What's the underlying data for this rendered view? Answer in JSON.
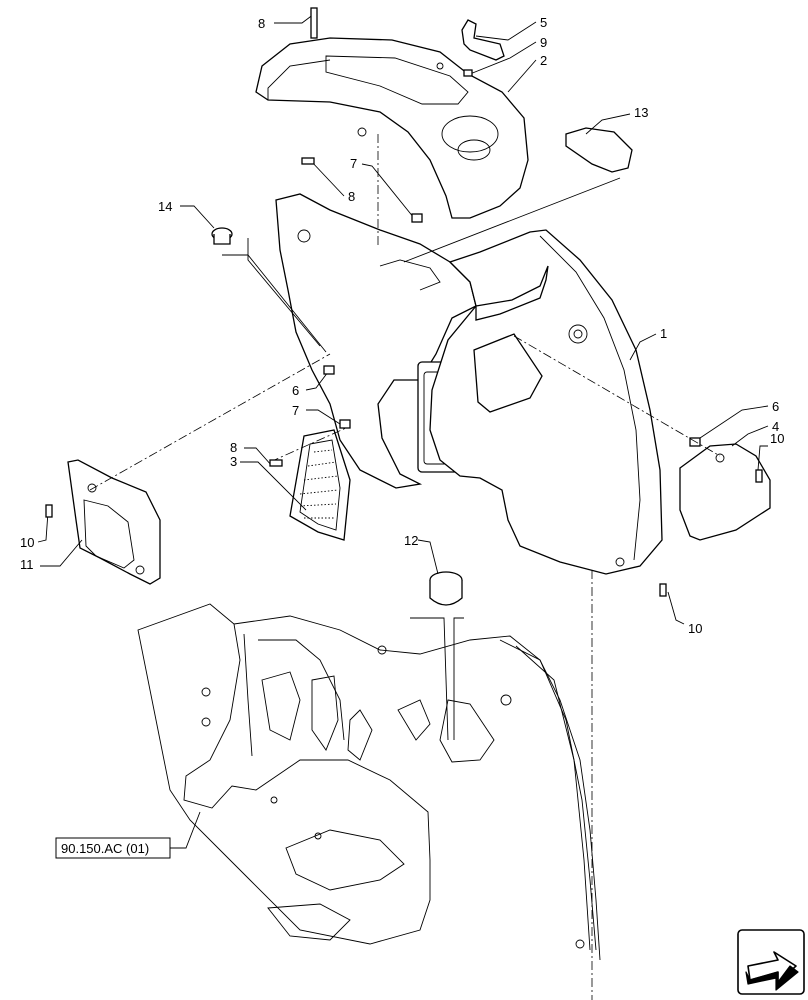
{
  "callouts": {
    "c8_top": "8",
    "c5": "5",
    "c9": "9",
    "c2": "2",
    "c13": "13",
    "c7_top": "7",
    "c8_mid": "8",
    "c14": "14",
    "c1": "1",
    "c6_left": "6",
    "c7_left": "7",
    "c8_left": "8",
    "c3": "3",
    "c6_right": "6",
    "c4": "4",
    "c10_right": "10",
    "c10_left": "10",
    "c11": "11",
    "c12": "12",
    "c10_bottom": "10"
  },
  "reference_box": {
    "label": "90.150.AC (01)"
  },
  "nav_icon": {
    "name": "next-page-arrow-icon"
  }
}
